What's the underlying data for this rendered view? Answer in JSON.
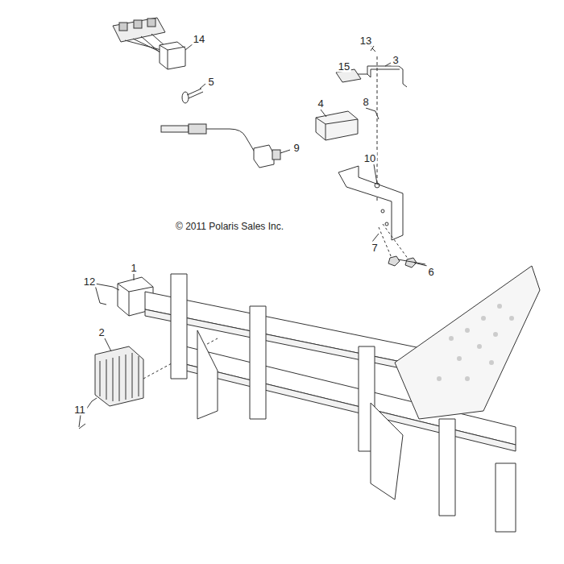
{
  "diagram": {
    "labels": [
      "14",
      "13",
      "3",
      "15",
      "5",
      "4",
      "8",
      "9",
      "10",
      "© 2011 Polaris Sales Inc.",
      "7",
      "6",
      "1",
      "12",
      "2",
      "11"
    ]
  }
}
